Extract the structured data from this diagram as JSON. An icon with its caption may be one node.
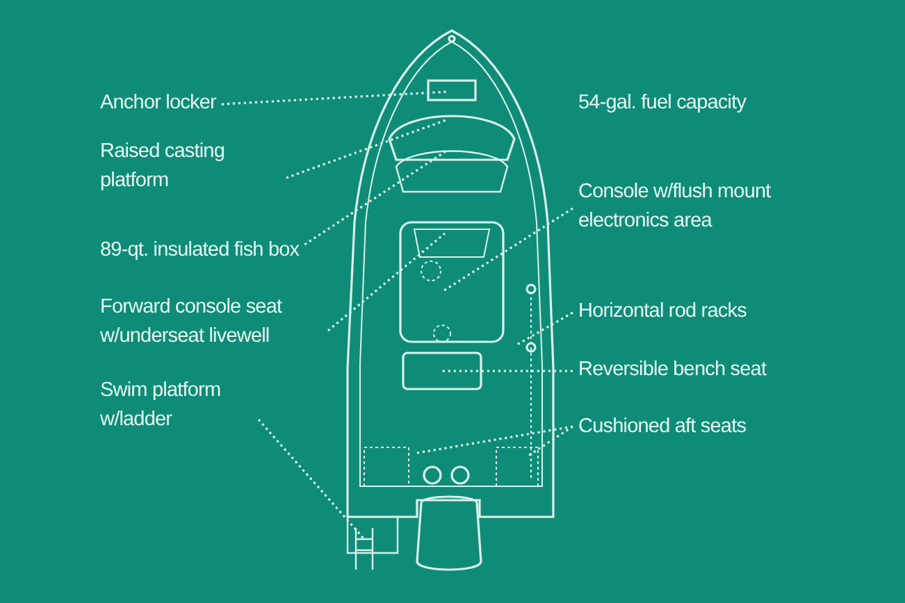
{
  "diagram": {
    "nodes": [
      {
        "text": [
          "Anchor locker"
        ]
      },
      {
        "text": [
          "Raised casting platform"
        ]
      },
      {
        "text": [
          "89-qt. insulated fish box"
        ]
      },
      {
        "text": [
          "Forward console seat w/underseat livewell"
        ]
      },
      {
        "text": [
          "Swim platform w/ladder"
        ]
      },
      {
        "text": [
          "Console w/flush mount electronics area"
        ]
      },
      {
        "text": [
          "Horizontal rod racks"
        ]
      },
      {
        "text": [
          "Reversible bench seat"
        ]
      },
      {
        "text": [
          "Cushioned aft seats"
        ]
      }
    ],
    "edges": [
      {
        "from": 0,
        "to": null,
        "arrow": "none",
        "style": "dashed"
      },
      {
        "from": 1,
        "to": null,
        "arrow": "none",
        "style": "dashed"
      },
      {
        "from": 2,
        "to": null,
        "arrow": "none",
        "style": "dashed"
      },
      {
        "from": 3,
        "to": null,
        "arrow": "none",
        "style": "dashed"
      },
      {
        "from": 4,
        "to": null,
        "arrow": "none",
        "style": "dashed"
      },
      {
        "from": 5,
        "to": null,
        "arrow": "none",
        "style": "dashed"
      },
      {
        "from": 6,
        "to": null,
        "arrow": "none",
        "style": "dashed"
      },
      {
        "from": 7,
        "to": null,
        "arrow": "none",
        "style": "dashed"
      },
      {
        "from": 8,
        "to": null,
        "arrow": "none",
        "style": "dashed"
      },
      {
        "from": 8,
        "to": null,
        "arrow": "none",
        "style": "dashed"
      }
    ],
    "labels": [
      "54-gal. fuel capacity"
    ]
  }
}
